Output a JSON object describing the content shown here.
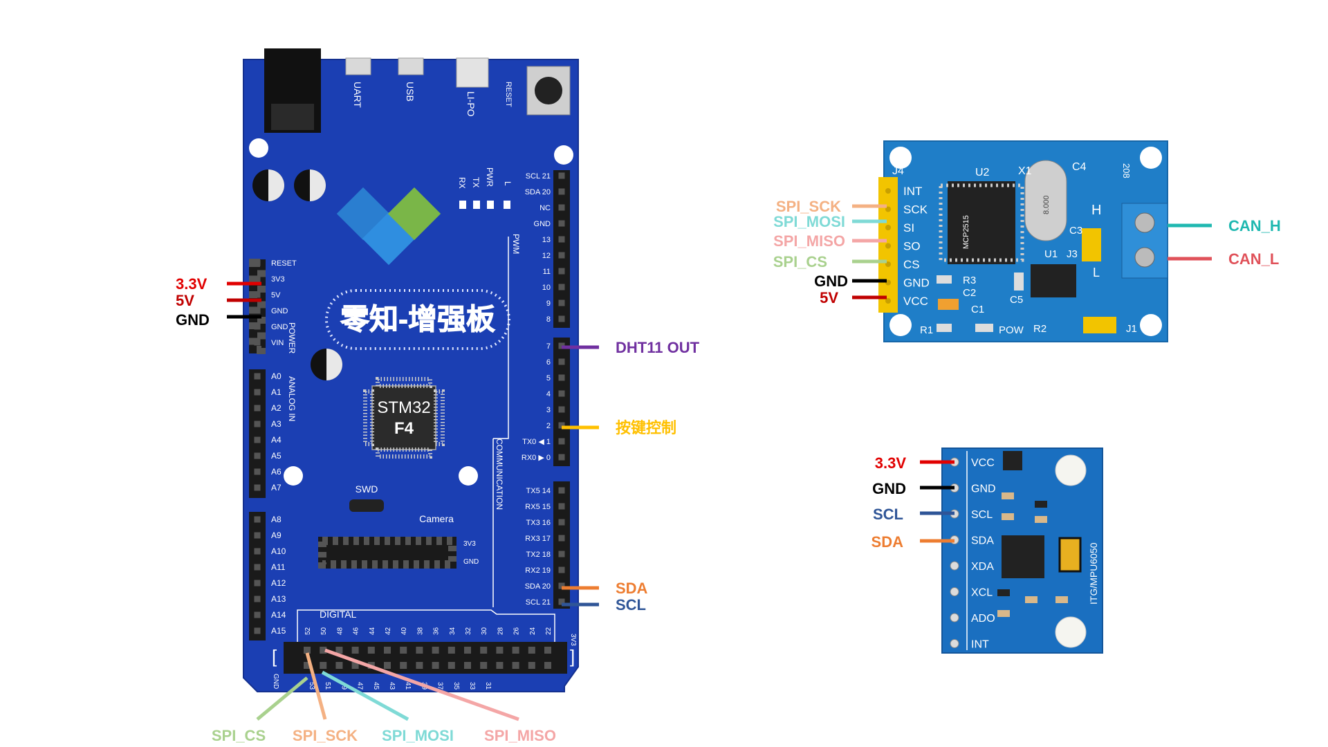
{
  "colors": {
    "board_blue": "#1b3fb3",
    "can_module_blue": "#1f7ec8",
    "mpu_module_blue": "#1a6fc0",
    "red": "#e10000",
    "black": "#000000",
    "purple": "#7030a0",
    "yellow": "#ffc000",
    "orange": "#ed7d31",
    "dark_blue": "#2f5597",
    "green": "#a9d18e",
    "peach": "#f4b183",
    "cyan": "#7fdad6",
    "pink": "#f4a6a6",
    "teal": "#1fb8b0",
    "crimson": "#e0525a"
  },
  "board": {
    "title": "零知-增强板",
    "chip_line1": "STM32",
    "chip_line2": "F4",
    "top_connectors": [
      "UART",
      "USB",
      "LI-PO",
      "RESET"
    ],
    "leds": [
      "RX",
      "TX",
      "PWR",
      "L"
    ],
    "power_pins": [
      "RESET",
      "3V3",
      "5V",
      "GND",
      "GND",
      "VIN"
    ],
    "power_title": "POWER",
    "analog_title": "ANALOG IN",
    "analog_pins_1": [
      "A0",
      "A1",
      "A2",
      "A3",
      "A4",
      "A5",
      "A6",
      "A7"
    ],
    "analog_pins_2": [
      "A8",
      "A9",
      "A10",
      "A11",
      "A12",
      "A13",
      "A14",
      "A15"
    ],
    "right_header_1": [
      "SCL 21",
      "SDA 20",
      "NC",
      "GND",
      "13",
      "12",
      "11",
      "10",
      "9",
      "8"
    ],
    "pwm_title": "PWM",
    "right_header_2": [
      "7",
      "6",
      "5",
      "4",
      "3",
      "2",
      "TX0 ◀ 1",
      "RX0 ▶ 0"
    ],
    "comm_title": "COMMUNICATION",
    "right_header_3": [
      "TX5 14",
      "RX5 15",
      "TX3 16",
      "RX3 17",
      "TX2 18",
      "RX2 19",
      "SDA 20",
      "SCL 21"
    ],
    "swd": "SWD",
    "camera": "Camera",
    "camera_pins": [
      "3V3",
      "GND"
    ],
    "digital": "DIGITAL",
    "digital_top": [
      "52",
      "50",
      "48",
      "46",
      "44",
      "42",
      "40",
      "38",
      "36",
      "34",
      "32",
      "30",
      "28",
      "26",
      "24",
      "22"
    ],
    "digital_bottom": [
      "53",
      "51",
      "49",
      "47",
      "45",
      "43",
      "41",
      "39",
      "37",
      "35",
      "33",
      "31"
    ],
    "gnd_side": "GND",
    "v3_side": "3V3"
  },
  "board_labels": {
    "v33": "3.3V",
    "v5": "5V",
    "gnd": "GND",
    "dht": "DHT11 OUT",
    "key": "按键控制",
    "sda": "SDA",
    "scl": "SCL",
    "spi_cs": "SPI_CS",
    "spi_sck": "SPI_SCK",
    "spi_mosi": "SPI_MOSI",
    "spi_miso": "SPI_MISO"
  },
  "can_module": {
    "pins": [
      "INT",
      "SCK",
      "SI",
      "SO",
      "CS",
      "GND",
      "VCC"
    ],
    "j4": "J4",
    "u2": "U2",
    "x1": "X1",
    "c4": "C4",
    "code": "208",
    "h": "H",
    "c3": "C3",
    "u1": "U1",
    "j3": "J3",
    "l": "L",
    "r3": "R3",
    "c2": "C2",
    "c5": "C5",
    "c1": "C1",
    "r1": "R1",
    "pow": "POW",
    "r2": "R2",
    "j1": "J1",
    "chip": "MCP2515",
    "crystal": "8.000",
    "labels": {
      "spi_sck": "SPI_SCK",
      "spi_mosi": "SPI_MOSI",
      "spi_miso": "SPI_MISO",
      "spi_cs": "SPI_CS",
      "gnd": "GND",
      "v5": "5V",
      "can_h": "CAN_H",
      "can_l": "CAN_L"
    }
  },
  "mpu_module": {
    "pins": [
      "VCC",
      "GND",
      "SCL",
      "SDA",
      "XDA",
      "XCL",
      "ADO",
      "INT"
    ],
    "name": "ITG/MPU6050",
    "labels": {
      "v33": "3.3V",
      "gnd": "GND",
      "scl": "SCL",
      "sda": "SDA"
    }
  }
}
